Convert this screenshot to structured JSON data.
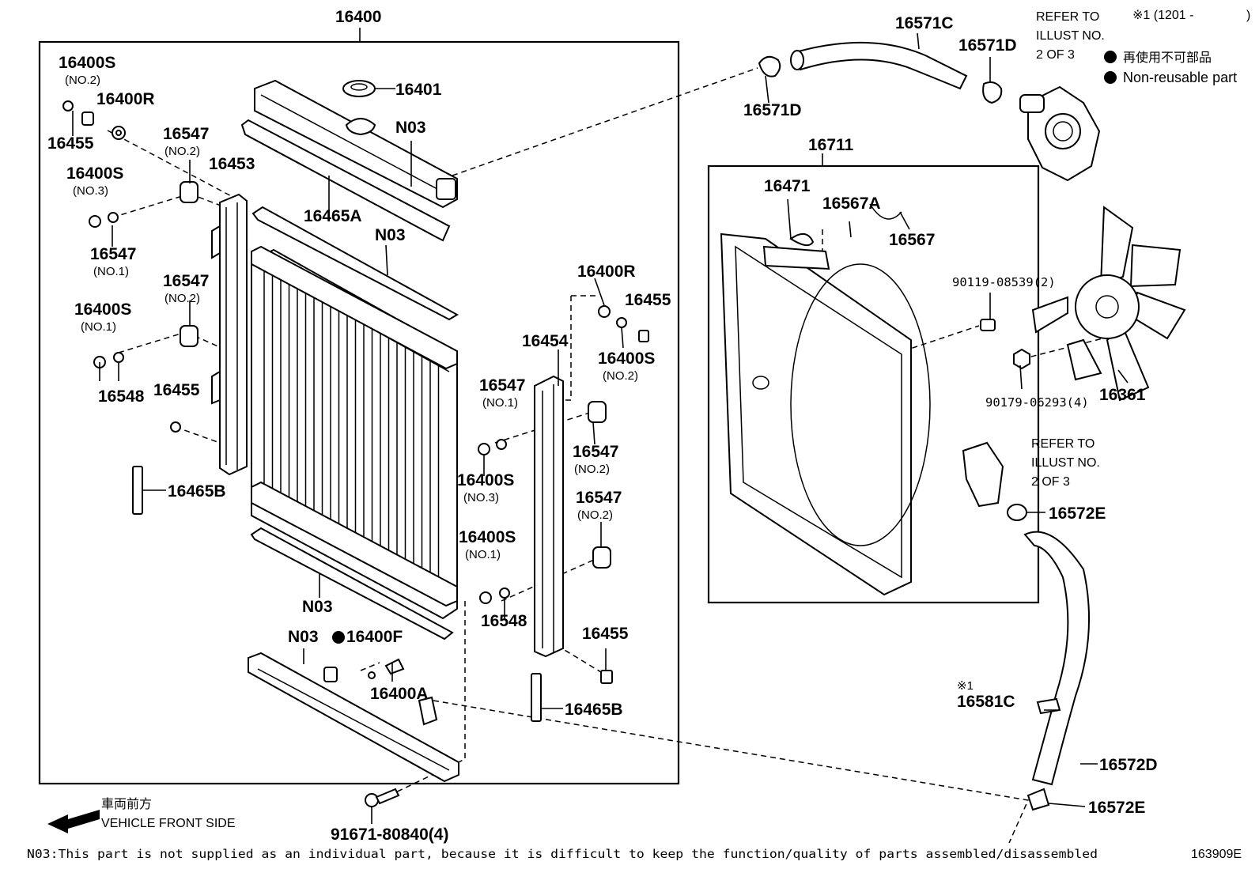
{
  "labels": {
    "p16400": "16400",
    "p16400S_a": "16400S",
    "p16400S_a_sub": "(NO.2)",
    "p16400R_a": "16400R",
    "p16455_a": "16455",
    "p16547_a": "16547",
    "p16547_a_sub": "(NO.2)",
    "p16453": "16453",
    "p16400S_b": "16400S",
    "p16400S_b_sub": "(NO.3)",
    "p16547_b": "16547",
    "p16547_b_sub": "(NO.1)",
    "p16547_c": "16547",
    "p16547_c_sub": "(NO.2)",
    "p16400S_c": "16400S",
    "p16400S_c_sub": "(NO.1)",
    "p16548_a": "16548",
    "p16455_b": "16455",
    "p16465B_a": "16465B",
    "p16401": "16401",
    "pN03_a": "N03",
    "p16465A": "16465A",
    "pN03_b": "N03",
    "pN03_c": "N03",
    "pN03_d": "N03",
    "p16400F": "16400F",
    "p16400A": "16400A",
    "p91671": "91671-80840(4)",
    "p16400R_b": "16400R",
    "p16455_c": "16455",
    "p16400S_d": "16400S",
    "p16400S_d_sub": "(NO.2)",
    "p16454": "16454",
    "p16547_d": "16547",
    "p16547_d_sub": "(NO.1)",
    "p16547_e": "16547",
    "p16547_e_sub": "(NO.2)",
    "p16400S_e": "16400S",
    "p16400S_e_sub": "(NO.3)",
    "p16547_f": "16547",
    "p16547_f_sub": "(NO.2)",
    "p16400S_f": "16400S",
    "p16400S_f_sub": "(NO.1)",
    "p16548_b": "16548",
    "p16455_d": "16455",
    "p16465B_b": "16465B",
    "p16571C": "16571C",
    "p16571D_a": "16571D",
    "p16571D_b": "16571D",
    "p16711": "16711",
    "p16471": "16471",
    "p16567A": "16567A",
    "p16567": "16567",
    "p90119": "90119-08539(2)",
    "p90179": "90179-06293(4)",
    "p16361": "16361",
    "p16572E_a": "16572E",
    "p16572E_b": "16572E",
    "p16581C": "16581C",
    "p16572D": "16572D",
    "mark1": "※1"
  },
  "refer_top": [
    "REFER TO",
    "ILLUST NO.",
    "2 OF 3"
  ],
  "refer_mid": [
    "REFER TO",
    "ILLUST NO.",
    "2 OF 3"
  ],
  "footnote_mark": "※1 (1201 -",
  "footnote_close": ")",
  "legend": {
    "jp": "再使用不可部品",
    "en": "Non-reusable part"
  },
  "direction": {
    "jp": "車両前方",
    "en": "VEHICLE FRONT SIDE"
  },
  "bottom_note": "N03:This part is not supplied as an individual part, because it is difficult to keep the function/quality of parts assembled/disassembled",
  "illustration_id": "163909E"
}
